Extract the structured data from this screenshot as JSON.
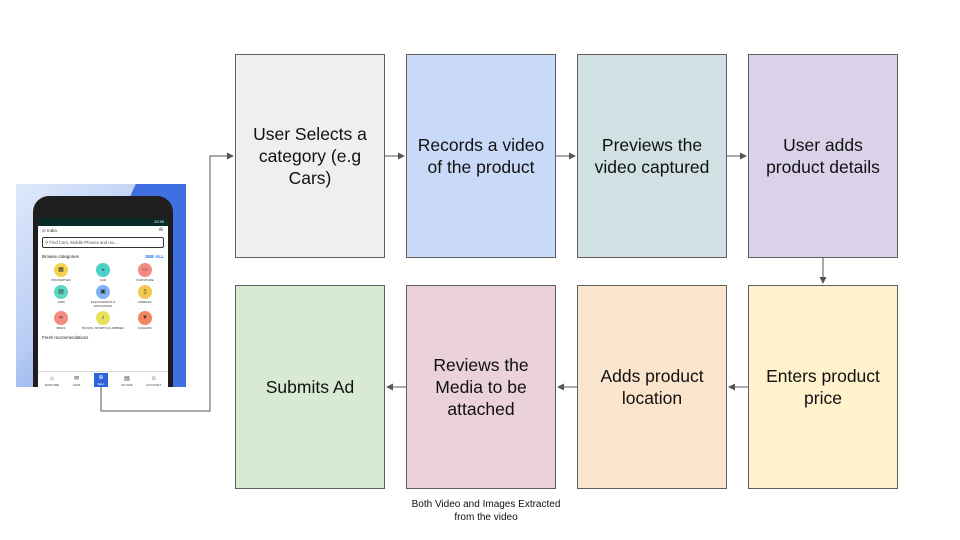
{
  "steps": [
    "User Selects a category (e.g Cars)",
    "Records a video of the product",
    "Previews the video captured",
    "User adds product details",
    "Enters product price",
    "Adds product location",
    "Reviews the Media to be attached",
    "Submits Ad"
  ],
  "note": "Both Video and Images Extracted from the video",
  "phone": {
    "time": "12:30",
    "location": "India",
    "search_placeholder": "Find Cars, Mobile Phones and mo...",
    "browse_label": "Browse categories",
    "see_all": "SEE ALL",
    "categories": [
      {
        "label": "PROPERTIES",
        "icon": "building-icon",
        "color": "#f2d24c"
      },
      {
        "label": "CAR",
        "icon": "car-icon",
        "color": "#4dd0c8"
      },
      {
        "label": "FURNITURE",
        "icon": "sofa-icon",
        "color": "#f28b82"
      },
      {
        "label": "JOBS",
        "icon": "briefcase-icon",
        "color": "#5ad8c0"
      },
      {
        "label": "ELECTRONICS & APPLIANCES",
        "icon": "monitor-icon",
        "color": "#7fb3f5"
      },
      {
        "label": "MOBILES",
        "icon": "phone-icon",
        "color": "#f2c94c"
      },
      {
        "label": "BIKES",
        "icon": "bike-icon",
        "color": "#f28b82"
      },
      {
        "label": "BOOKS, SPORTS & HOBBIES",
        "icon": "guitar-icon",
        "color": "#e6e35a"
      },
      {
        "label": "FASHION",
        "icon": "shirt-icon",
        "color": "#f2875f"
      }
    ],
    "fresh_label": "Fresh recommendations",
    "nav": [
      "EXPLORE",
      "CHAT",
      "SELL",
      "MY ADS",
      "ACCOUNT"
    ]
  }
}
